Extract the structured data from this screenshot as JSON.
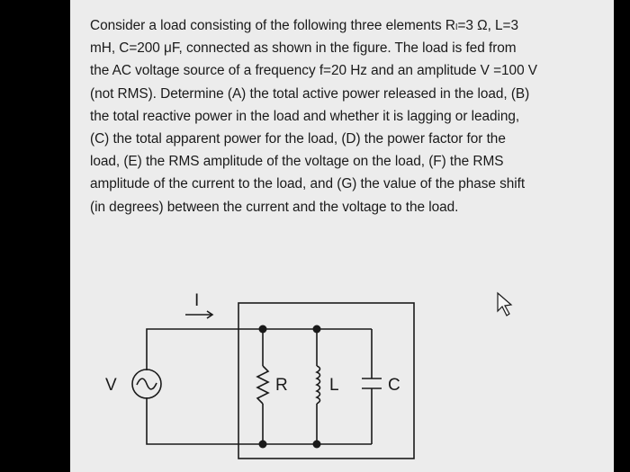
{
  "problem": {
    "lines": [
      "Consider a load consisting of the following three elements Rₗ=3  Ω, L=3",
      "mH, C=200 μF, connected as shown in the figure.  The load is fed from",
      "the AC voltage source of a frequency f=20 Hz and an amplitude V =100 V",
      "(not RMS).  Determine (A) the total active power released in the load, (B)",
      "the total reactive power in the load and whether it is lagging or leading,",
      "(C) the total apparent power for the load,  (D) the power factor for the",
      "load,  (E) the RMS amplitude of the voltage on the load, (F) the RMS",
      "amplitude of the current to the load, and (G) the value of the phase shift",
      "(in degrees) between the current and the voltage to the load."
    ]
  },
  "circuit": {
    "current_label": "I",
    "source_label": "V",
    "resistor_label": "R",
    "inductor_label": "L",
    "capacitor_label": "C"
  },
  "colors": {
    "paper": "#ececec",
    "ink": "#1a1a1a",
    "background": "#000000"
  },
  "icons": [
    "mouse-cursor-icon",
    "current-arrow-icon",
    "ac-source-icon"
  ]
}
